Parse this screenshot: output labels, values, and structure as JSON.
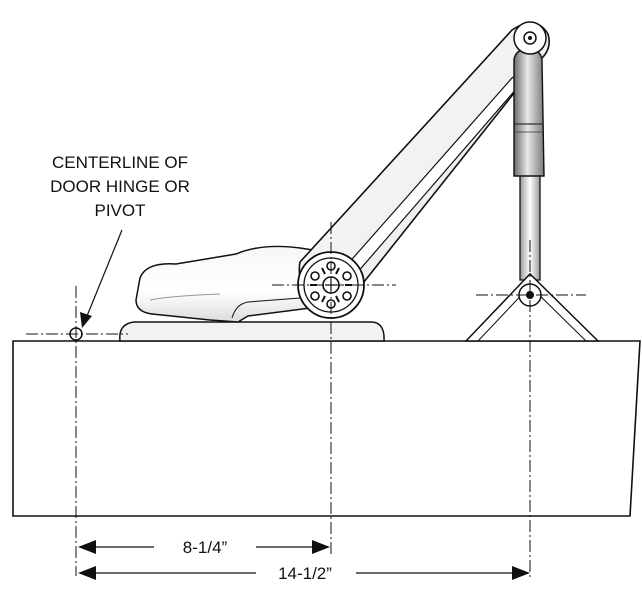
{
  "callout": {
    "lines": [
      "CENTERLINE OF",
      "DOOR HINGE OR",
      "PIVOT"
    ]
  },
  "dimensions": {
    "short": "8-1/4”",
    "long": "14-1/2”"
  },
  "colors": {
    "stroke": "#111111",
    "fill": "#ffffff",
    "shade": "#e6e6e6",
    "dark": "#555555"
  }
}
